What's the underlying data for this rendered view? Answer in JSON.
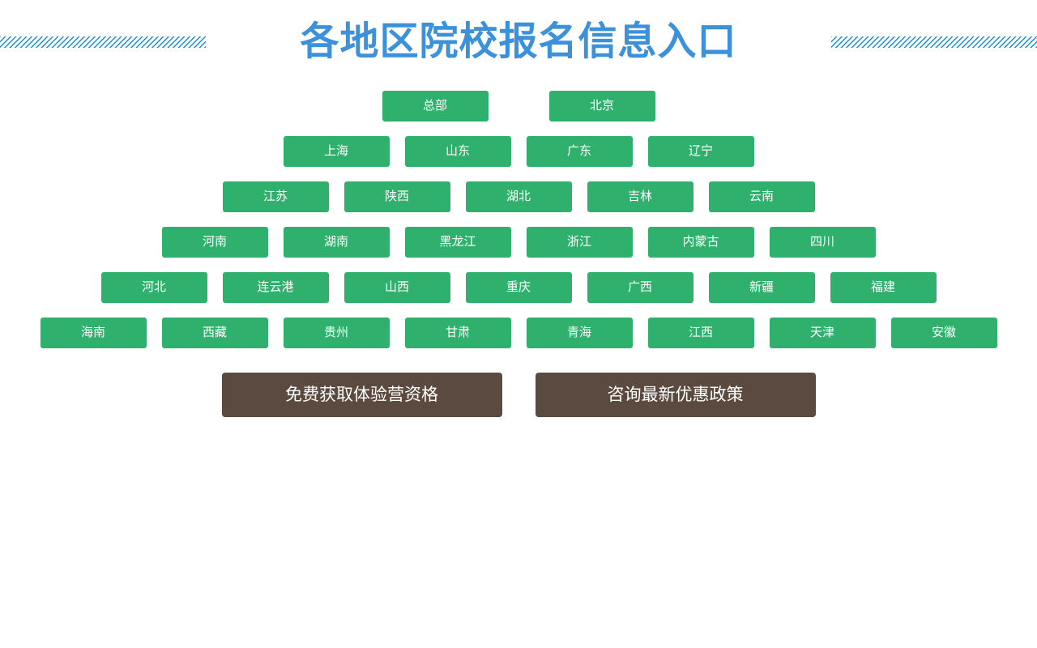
{
  "header": {
    "title": "各地区院校报名信息入口",
    "title_color": "#3c91db",
    "decoration_left": "diagonal-stripe-band",
    "decoration_right": "diagonal-stripe-band",
    "decoration_color": "#1a8fd1"
  },
  "regions": {
    "button_color": "#2fb06c",
    "text_color": "#ffffff",
    "rows": [
      {
        "items": [
          {
            "label": "总部"
          },
          {
            "label": "北京"
          }
        ]
      },
      {
        "items": [
          {
            "label": "上海"
          },
          {
            "label": "山东"
          },
          {
            "label": "广东"
          },
          {
            "label": "辽宁"
          }
        ]
      },
      {
        "items": [
          {
            "label": "江苏"
          },
          {
            "label": "陕西"
          },
          {
            "label": "湖北"
          },
          {
            "label": "吉林"
          },
          {
            "label": "云南"
          }
        ]
      },
      {
        "items": [
          {
            "label": "河南"
          },
          {
            "label": "湖南"
          },
          {
            "label": "黑龙江"
          },
          {
            "label": "浙江"
          },
          {
            "label": "内蒙古"
          },
          {
            "label": "四川"
          }
        ]
      },
      {
        "items": [
          {
            "label": "河北"
          },
          {
            "label": "连云港"
          },
          {
            "label": "山西"
          },
          {
            "label": "重庆"
          },
          {
            "label": "广西"
          },
          {
            "label": "新疆"
          },
          {
            "label": "福建"
          }
        ]
      },
      {
        "items": [
          {
            "label": "海南"
          },
          {
            "label": "西藏"
          },
          {
            "label": "贵州"
          },
          {
            "label": "甘肃"
          },
          {
            "label": "青海"
          },
          {
            "label": "江西"
          },
          {
            "label": "天津"
          },
          {
            "label": "安徽"
          }
        ]
      }
    ]
  },
  "cta": {
    "button_color": "#5a4a40",
    "text_color": "#ffffff",
    "buttons": [
      {
        "label": "免费获取体验营资格",
        "name": "free-trial-camp-button"
      },
      {
        "label": "咨询最新优惠政策",
        "name": "consult-promotions-button"
      }
    ]
  }
}
